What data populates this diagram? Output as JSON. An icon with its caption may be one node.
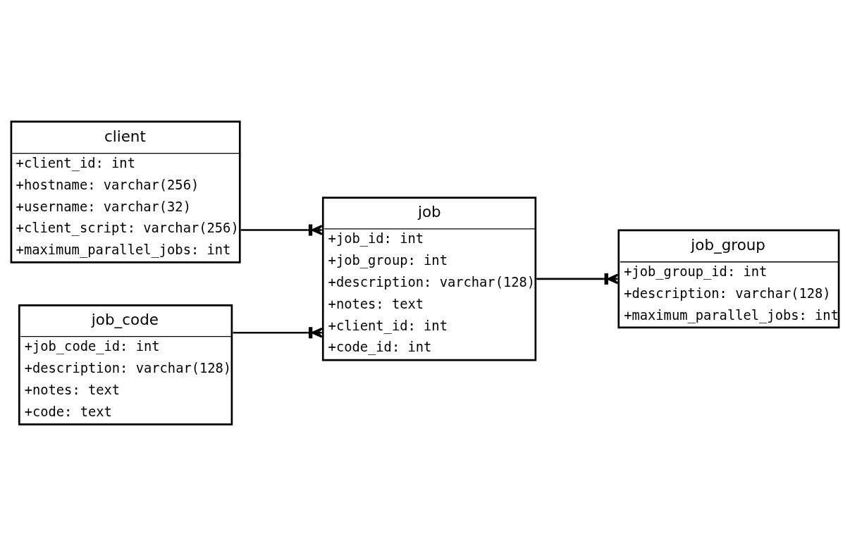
{
  "diagram": {
    "nodes": [
      {
        "text": [
          "job_group",
          "+job_group_id: int",
          "+description: varchar(128)",
          "+maximum_parallel_jobs: int"
        ]
      },
      {
        "text": [
          "client",
          "+client_id: int",
          "+hostname: varchar(256)",
          "+username: varchar(32)",
          "+client_script: varchar(256)",
          "+maximum_parallel_jobs: int"
        ]
      },
      {
        "text": [
          "job",
          "+job_id: int",
          "+job_group: int",
          "+description: varchar(128)",
          "+notes: text",
          "+client_id: int",
          "+code_id: int"
        ]
      },
      {
        "text": [
          "job_code",
          "+job_code_id: int",
          "+description: varchar(128)",
          "+notes: text",
          "+code: text"
        ]
      }
    ],
    "edges": [
      {
        "from": 2,
        "to": 0,
        "arrow": "other"
      },
      {
        "from": 1,
        "to": 2,
        "arrow": "other"
      },
      {
        "from": 3,
        "to": 2,
        "arrow": "other"
      }
    ]
  }
}
